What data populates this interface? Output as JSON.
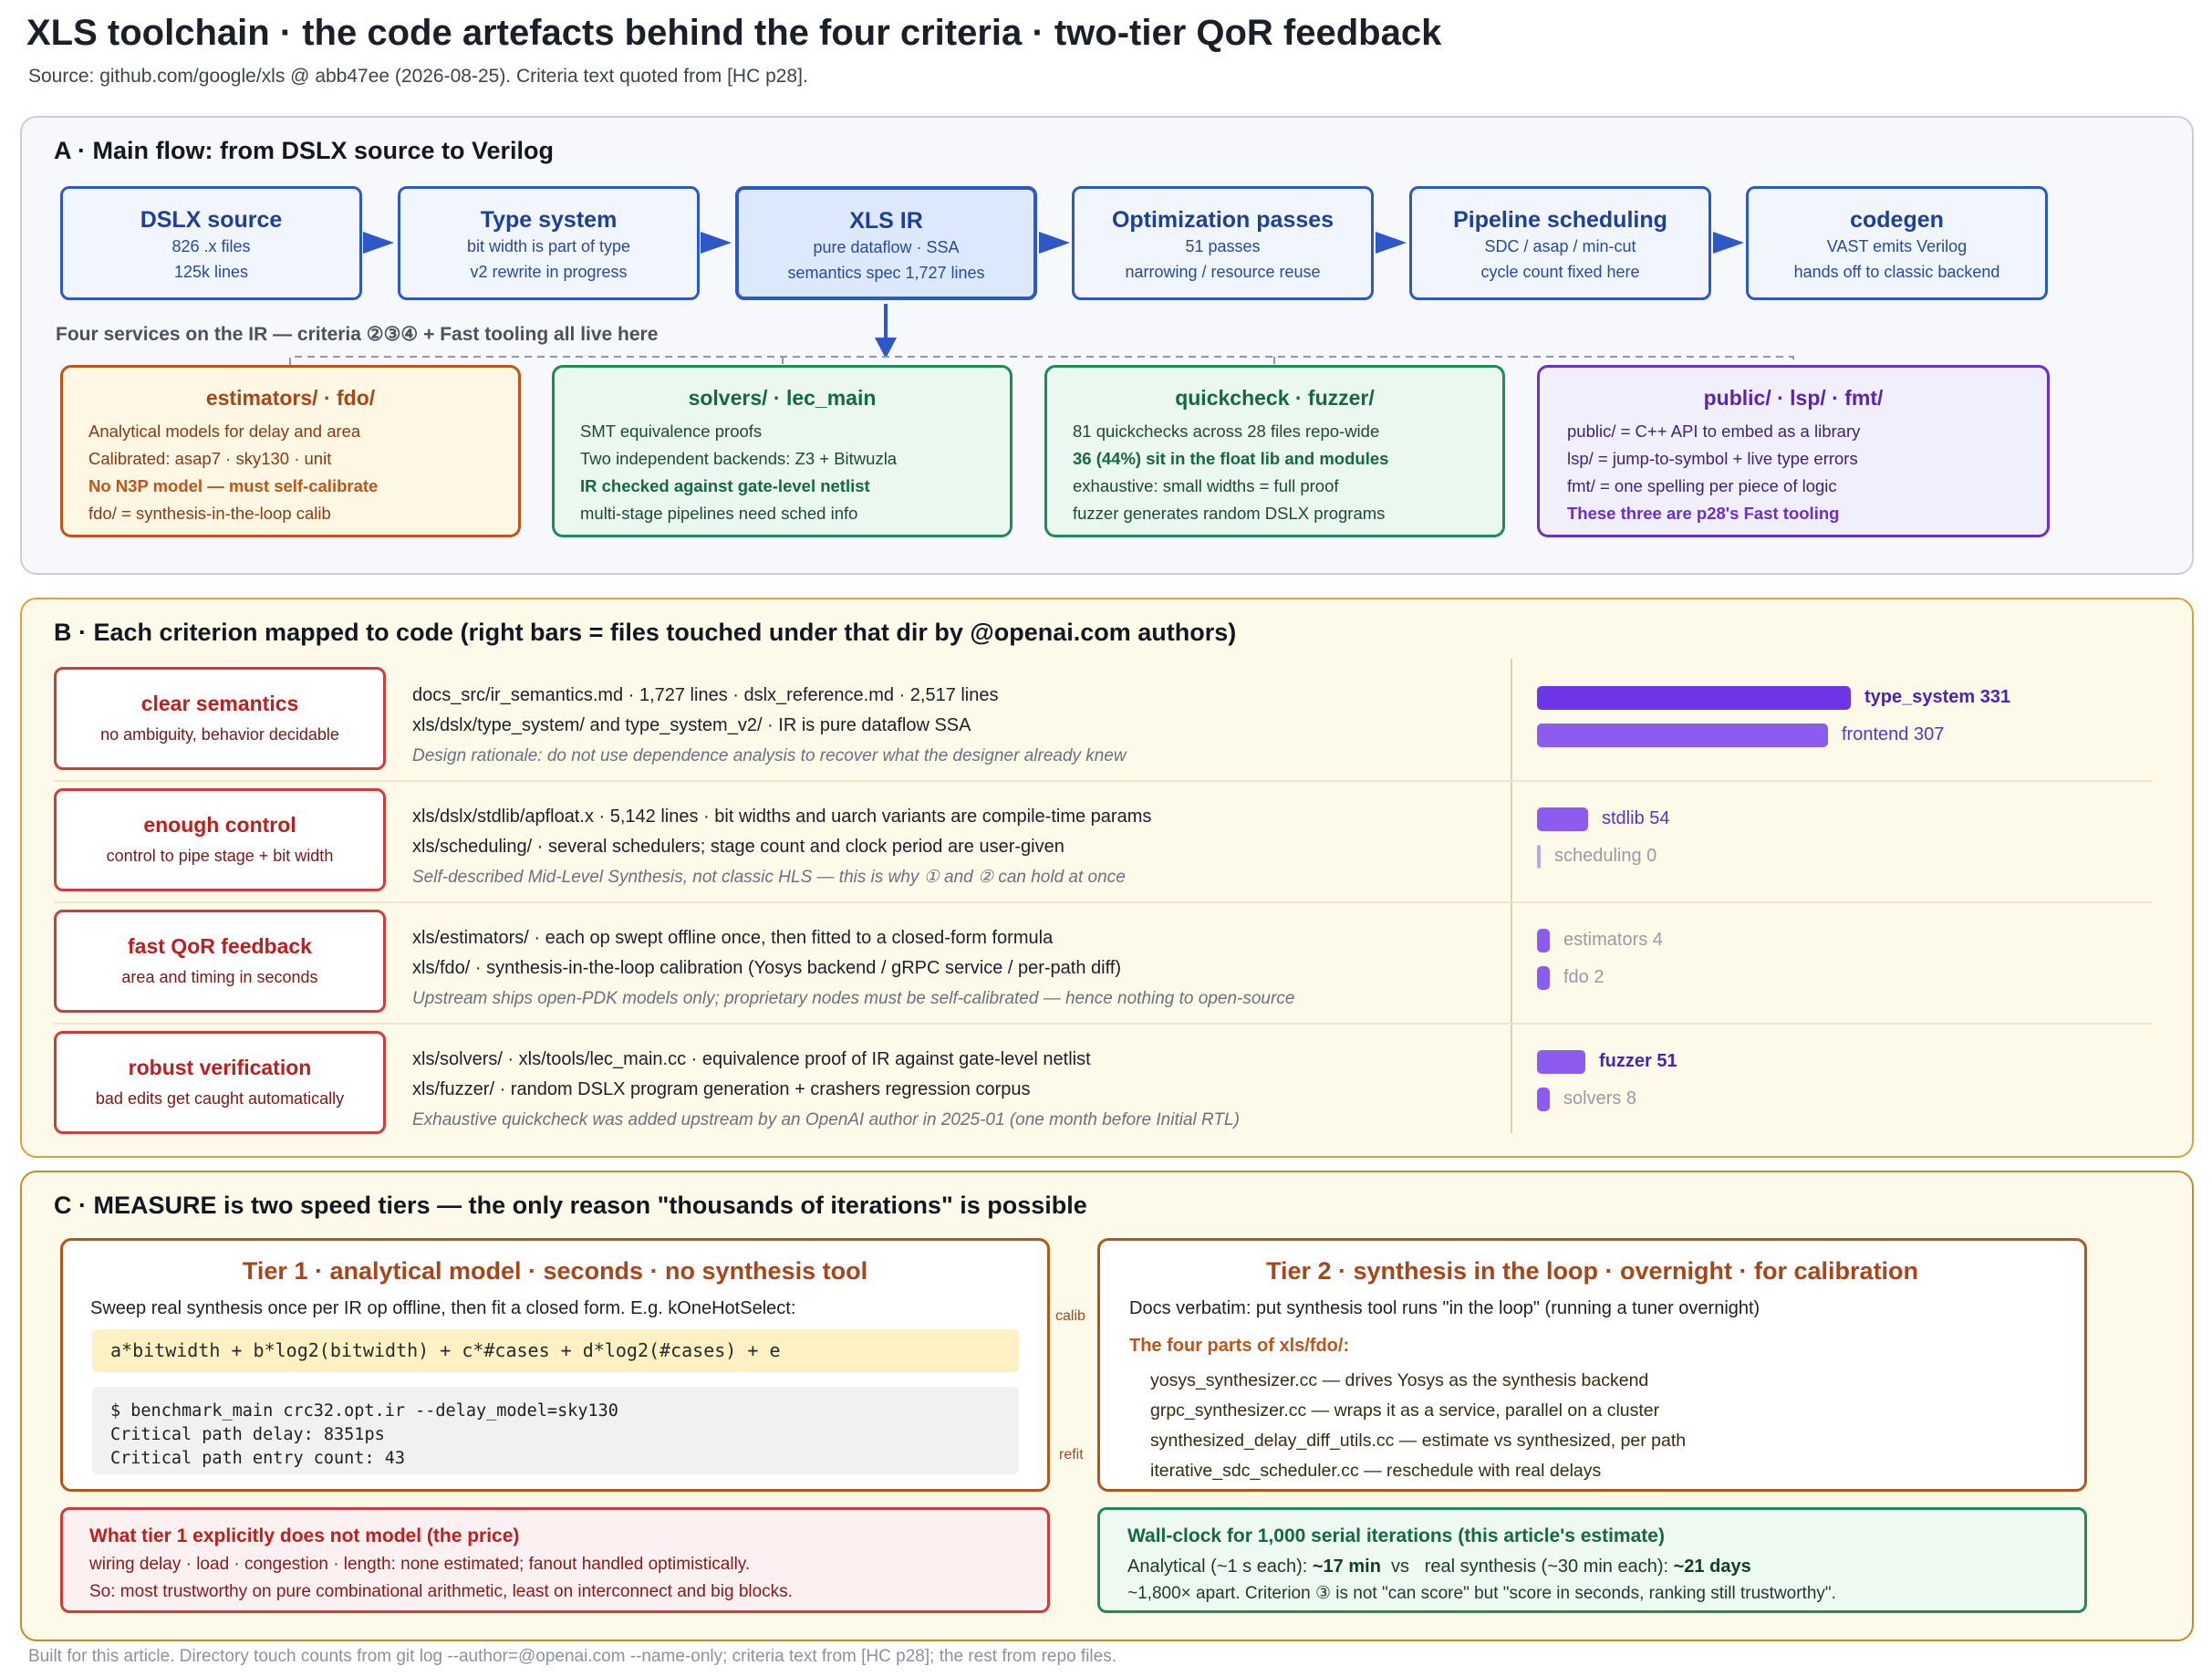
{
  "title": "XLS toolchain · the code artefacts behind the four criteria · two-tier QoR feedback",
  "subtitle": "Source: github.com/google/xls @ abb47ee (2026-08-25). Criteria text quoted from [HC p28].",
  "footer": "Built for this article. Directory touch counts from git log --author=@openai.com --name-only; criteria text from [HC p28]; the rest from repo files.",
  "panel_a": {
    "title": "A · Main flow: from DSLX source to Verilog",
    "flow": [
      {
        "title": "DSLX source",
        "l1": "826 .x files",
        "l2": "125k lines"
      },
      {
        "title": "Type system",
        "l1": "bit width is part of type",
        "l2": "v2 rewrite in progress"
      },
      {
        "title": "XLS IR",
        "l1": "pure dataflow · SSA",
        "l2": "semantics spec 1,727 lines"
      },
      {
        "title": "Optimization passes",
        "l1": "51 passes",
        "l2": "narrowing / resource reuse"
      },
      {
        "title": "Pipeline scheduling",
        "l1": "SDC / asap / min-cut",
        "l2": "cycle count fixed here"
      },
      {
        "title": "codegen",
        "l1": "VAST emits Verilog",
        "l2": "hands off to classic backend"
      }
    ],
    "services_heading": "Four services on the IR — criteria ②③④ + Fast tooling all live here",
    "services": [
      {
        "title": "estimators/ · fdo/",
        "lines": [
          "Analytical models for delay and area",
          "Calibrated: asap7 · sky130 · unit",
          "No N3P model — must self-calibrate",
          "fdo/ = synthesis-in-the-loop calib"
        ]
      },
      {
        "title": "solvers/ · lec_main",
        "lines": [
          "SMT equivalence proofs",
          "Two independent backends: Z3 + Bitwuzla",
          "IR checked against gate-level netlist",
          "multi-stage pipelines need sched info"
        ]
      },
      {
        "title": "quickcheck · fuzzer/",
        "lines": [
          "81 quickchecks across 28 files repo-wide",
          "36 (44%) sit in the float lib and modules",
          "exhaustive: small widths = full proof",
          "fuzzer generates random DSLX programs"
        ]
      },
      {
        "title": "public/ · lsp/ · fmt/",
        "lines": [
          "public/ = C++ API to embed as a library",
          "lsp/ = jump-to-symbol + live type errors",
          "fmt/ = one spelling per piece of logic",
          "These three are p28's Fast tooling"
        ]
      }
    ],
    "colors": {
      "flow": "#2e57c8",
      "estimators": "#c0541a",
      "solvers": "#1f8a5a",
      "quickcheck": "#1f8a5a",
      "tooling": "#6a2fd0"
    }
  },
  "panel_b": {
    "title": "B · Each criterion mapped to code (right bars = files touched under that dir by @openai.com authors)",
    "criteria": [
      {
        "name": "clear semantics",
        "sub": "no ambiguity, behavior decidable",
        "l1": "docs_src/ir_semantics.md · 1,727 lines  ·  dslx_reference.md · 2,517 lines",
        "l2": "xls/dslx/type_system/ and type_system_v2/ · IR is pure dataflow SSA",
        "note": "Design rationale: do not use dependence analysis to recover what the designer already knew",
        "bars": [
          {
            "label": "type_system 331",
            "value": 331
          },
          {
            "label": "frontend 307",
            "value": 307
          }
        ]
      },
      {
        "name": "enough control",
        "sub": "control to pipe stage + bit width",
        "l1": "xls/dslx/stdlib/apfloat.x · 5,142 lines · bit widths and uarch variants are compile-time params",
        "l2": "xls/scheduling/ · several schedulers; stage count and clock period are user-given",
        "note": "Self-described Mid-Level Synthesis, not classic HLS — this is why ① and ② can hold at once",
        "bars": [
          {
            "label": "stdlib 54",
            "value": 54
          },
          {
            "label": "scheduling 0",
            "value": 0
          }
        ]
      },
      {
        "name": "fast QoR feedback",
        "sub": "area and timing in seconds",
        "l1": "xls/estimators/ · each op swept offline once, then fitted to a closed-form formula",
        "l2": "xls/fdo/ · synthesis-in-the-loop calibration (Yosys backend / gRPC service / per-path diff)",
        "note": "Upstream ships open-PDK models only; proprietary nodes must be self-calibrated — hence nothing to open-source",
        "bars": [
          {
            "label": "estimators 4",
            "value": 4
          },
          {
            "label": "fdo 2",
            "value": 2
          }
        ]
      },
      {
        "name": "robust verification",
        "sub": "bad edits get caught automatically",
        "l1": "xls/solvers/ · xls/tools/lec_main.cc · equivalence proof of IR against gate-level netlist",
        "l2": "xls/fuzzer/ · random DSLX program generation + crashers regression corpus",
        "note": "Exhaustive quickcheck was added upstream by an OpenAI author in 2025-01 (one month before Initial RTL)",
        "bars": [
          {
            "label": "fuzzer 51",
            "value": 51
          },
          {
            "label": "solvers 8",
            "value": 8
          }
        ]
      }
    ]
  },
  "panel_c": {
    "title": "C · MEASURE is two speed tiers — the only reason \"thousands of iterations\" is possible",
    "tier1": {
      "title": "Tier 1 · analytical model · seconds · no synthesis tool",
      "intro": "Sweep real synthesis once per IR op offline, then fit a closed form. E.g. kOneHotSelect:",
      "formula": "a*bitwidth + b*log2(bitwidth) + c*#cases + d*log2(#cases) + e",
      "terminal": [
        "$ benchmark_main crc32.opt.ir --delay_model=sky130",
        "Critical path delay: 8351ps",
        "Critical path entry count: 43"
      ]
    },
    "arrows": {
      "calib": "calib",
      "refit": "refit"
    },
    "tier2": {
      "title": "Tier 2 · synthesis in the loop · overnight · for calibration",
      "intro": "Docs verbatim: put synthesis tool runs \"in the loop\" (running a tuner overnight)",
      "parts_heading": "The four parts of xls/fdo/:",
      "parts": [
        "yosys_synthesizer.cc — drives Yosys as the synthesis backend",
        "grpc_synthesizer.cc — wraps it as a service, parallel on a cluster",
        "synthesized_delay_diff_utils.cc — estimate vs synthesized, per path",
        "iterative_sdc_scheduler.cc — reschedule with real delays"
      ]
    },
    "limits": {
      "title": "What tier 1 explicitly does not model (the price)",
      "l1": "wiring delay · load · congestion · length: none estimated; fanout handled optimistically.",
      "l2": "So: most trustworthy on pure combinational arithmetic, least on interconnect and big blocks."
    },
    "wallclock": {
      "title": "Wall-clock for 1,000 serial iterations (this article's estimate)",
      "a_label": "Analytical (~1 s each): ",
      "a_value": "~17 min",
      "vs": "  vs   ",
      "s_label": "real synthesis (~30 min each): ",
      "s_value": "~21 days",
      "l2": "~1,800× apart. Criterion ③ is not \"can score\" but \"score in seconds, ranking still trustworthy\"."
    }
  }
}
